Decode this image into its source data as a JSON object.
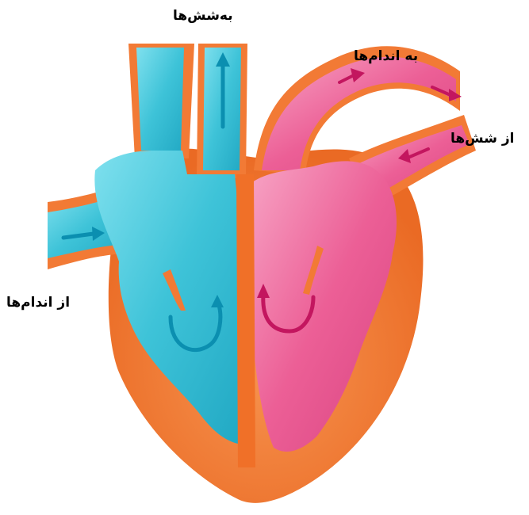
{
  "labels": {
    "to_lungs": "به‌شش‌ها",
    "to_organs": "به اندام‌ها",
    "from_lungs": "از شش‌ها",
    "from_organs": "از اندام‌ها"
  },
  "colors": {
    "muscle": "#f27a35",
    "muscle_dark": "#e0611f",
    "deoxygenated_blood": "#3ec3d8",
    "oxygenated_blood": "#ec5f96",
    "blue_arrow": "#0b8fb0",
    "pink_arrow": "#c3165f"
  }
}
